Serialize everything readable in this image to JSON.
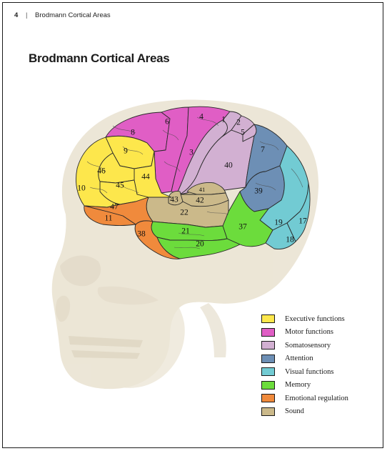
{
  "header": {
    "page_number": "4",
    "separator": "|",
    "running_title": "Brodmann Cortical Areas"
  },
  "title": "Brodmann Cortical Areas",
  "colors": {
    "executive": "#fde74c",
    "motor": "#e05ec5",
    "somatosensory": "#d2b0d2",
    "attention": "#6d8fb5",
    "visual": "#72cbd3",
    "memory": "#6cdc3c",
    "emotional": "#f08a3c",
    "sound": "#cbb98a",
    "skull": "#e9e2d0"
  },
  "areas": [
    {
      "id": "8",
      "label": "8",
      "group": "motor"
    },
    {
      "id": "6",
      "label": "6",
      "group": "motor"
    },
    {
      "id": "4",
      "label": "4",
      "group": "motor"
    },
    {
      "id": "1",
      "label": "1",
      "group": "somatosensory"
    },
    {
      "id": "2",
      "label": "2",
      "group": "somatosensory"
    },
    {
      "id": "5",
      "label": "5",
      "group": "somatosensory"
    },
    {
      "id": "3",
      "label": "3",
      "group": "somatosensory"
    },
    {
      "id": "40",
      "label": "40",
      "group": "somatosensory"
    },
    {
      "id": "7",
      "label": "7",
      "group": "attention"
    },
    {
      "id": "39",
      "label": "39",
      "group": "attention"
    },
    {
      "id": "9",
      "label": "9",
      "group": "executive"
    },
    {
      "id": "46",
      "label": "46",
      "group": "executive"
    },
    {
      "id": "44",
      "label": "44",
      "group": "executive"
    },
    {
      "id": "10",
      "label": "10",
      "group": "executive"
    },
    {
      "id": "45",
      "label": "45",
      "group": "executive"
    },
    {
      "id": "47",
      "label": "47",
      "group": "emotional"
    },
    {
      "id": "11",
      "label": "11",
      "group": "emotional"
    },
    {
      "id": "38",
      "label": "38",
      "group": "emotional"
    },
    {
      "id": "43",
      "label": "43",
      "group": "sound"
    },
    {
      "id": "41",
      "label": "41",
      "group": "sound"
    },
    {
      "id": "42",
      "label": "42",
      "group": "sound"
    },
    {
      "id": "22",
      "label": "22",
      "group": "sound"
    },
    {
      "id": "21",
      "label": "21",
      "group": "memory"
    },
    {
      "id": "37",
      "label": "37",
      "group": "memory"
    },
    {
      "id": "20",
      "label": "20",
      "group": "memory"
    },
    {
      "id": "19",
      "label": "19",
      "group": "visual"
    },
    {
      "id": "18",
      "label": "18",
      "group": "visual"
    },
    {
      "id": "17",
      "label": "17",
      "group": "visual"
    }
  ],
  "legend": [
    {
      "label": "Executive functions",
      "color": "#fde74c"
    },
    {
      "label": "Motor functions",
      "color": "#e05ec5"
    },
    {
      "label": "Somatosensory",
      "color": "#d2b0d2"
    },
    {
      "label": "Attention",
      "color": "#6d8fb5"
    },
    {
      "label": "Visual functions",
      "color": "#72cbd3"
    },
    {
      "label": "Memory",
      "color": "#6cdc3c"
    },
    {
      "label": "Emotional regulation",
      "color": "#f08a3c"
    },
    {
      "label": "Sound",
      "color": "#cbb98a"
    }
  ]
}
